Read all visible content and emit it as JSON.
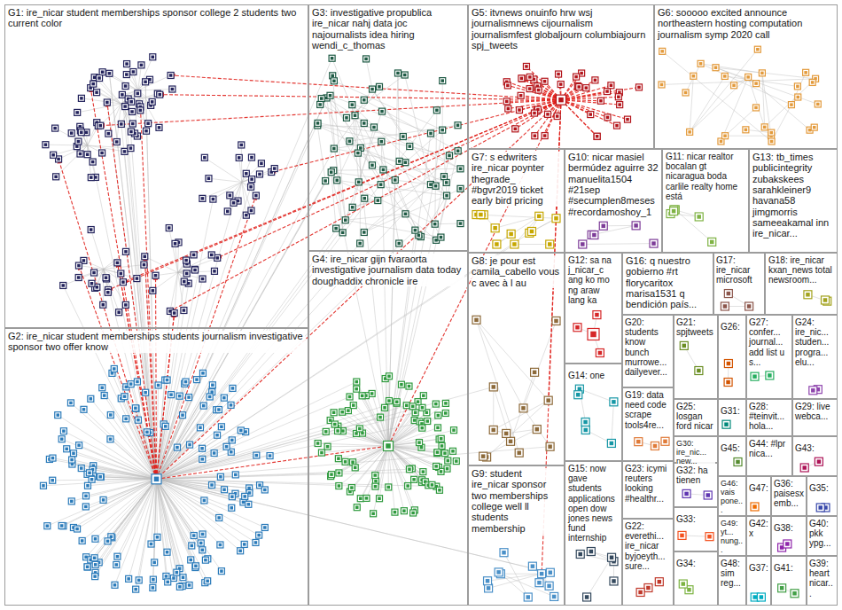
{
  "diagram": {
    "nodes": [
      {
        "text": [
          "G1: ire_nicar student memberships sponsor college 2 students two current color"
        ]
      },
      {
        "text": [
          "G2: ire_nicar student memberships students journalism investigative sponsor two offer know"
        ]
      },
      {
        "text": [
          "G3: investigative propublica ire_nicar nahj data joc najournalists idea hiring wendi_c_thomas"
        ]
      },
      {
        "text": [
          "G4: ire_nicar gijn fvaraorta investigative journalism data today doughaddix chronicle ire"
        ]
      },
      {
        "text": [
          "G5: itvnews onuinfo hrw wsj journalismnews cijournalism journalismfest globaljourn columbiajourn spj_tweets"
        ]
      },
      {
        "text": [
          "G6: sooooo excited announce northeastern hosting computation journalism symp 2020 call"
        ]
      },
      {
        "text": [
          "G7: s edwriters ire_nicar poynter thegrade_ #bgvr2019 ticket early bird pricing"
        ]
      },
      {
        "text": [
          "G8: je pour est camila_cabello vous c avec à l au"
        ]
      },
      {
        "text": [
          "G9: student ire_nicar sponsor two memberships college well ll students membership"
        ]
      },
      {
        "text": [
          "G10: nicar masiel bermúdez aguirre 32 manuelita1504 #21sep #secumplen8meses #recordamoshoy_1"
        ]
      },
      {
        "text": [
          "G11: nicar realtor bocalan gt nicaragua boda carlile realty home está"
        ]
      },
      {
        "text": [
          "G12: sa na j_nicar_c ang ko mo ng araw lang ka"
        ]
      },
      {
        "text": [
          "G13: tb_times publicintegrity zubakskees sarahkleiner9 havana58 jimgmorris sameeakamal inn ire_nicar..."
        ]
      },
      {
        "text": [
          "G14: one"
        ]
      },
      {
        "text": [
          "G15: now gave students applications open dow jones news fund internship"
        ]
      },
      {
        "text": [
          "G16: q nuestro gobierno #rt florycaritox marisa1531 q bendición país..."
        ]
      },
      {
        "text": [
          "G17: ire_nicar microsoft"
        ]
      },
      {
        "text": [
          "G18: ire_nicar kxan_news total newsroom..."
        ]
      },
      {
        "text": [
          "G19: data need code scrape tools4re..."
        ]
      },
      {
        "text": [
          "G20: students know bunch murrowe... dailyever..."
        ]
      },
      {
        "text": [
          "G21: spjtweets"
        ]
      },
      {
        "text": [
          "G22: everethi... ire_nicar byjoeyth... sure..."
        ]
      },
      {
        "text": [
          "G23: icymi reuters looking #healthr..."
        ]
      },
      {
        "text": [
          "G24: ire_nic... studen... progra... elu..."
        ]
      },
      {
        "text": [
          "G25: losgan ford nicar"
        ]
      },
      {
        "text": [
          "G26:"
        ]
      },
      {
        "text": [
          "G27: confer... journal... add list u s..."
        ]
      },
      {
        "text": [
          "G28: #teinvit... hola..."
        ]
      },
      {
        "text": [
          "G29: live webca..."
        ]
      },
      {
        "text": [
          "G30: ire_nic... new..."
        ]
      },
      {
        "text": [
          "G31:"
        ]
      },
      {
        "text": [
          "G32: ha tienen"
        ]
      },
      {
        "text": [
          "G33:"
        ]
      },
      {
        "text": [
          "G34:"
        ]
      },
      {
        "text": [
          "G35:"
        ]
      },
      {
        "text": [
          "G36: paisesx emb..."
        ]
      },
      {
        "text": [
          "G37:"
        ]
      },
      {
        "text": [
          "G38:"
        ]
      },
      {
        "text": [
          "G39: heart nicar..."
        ]
      },
      {
        "text": [
          "G40: pkk ypg..."
        ]
      },
      {
        "text": [
          "G41:"
        ]
      },
      {
        "text": [
          "G42: x"
        ]
      },
      {
        "text": [
          "G43:"
        ]
      },
      {
        "text": [
          "G44: #lpr nica..."
        ]
      },
      {
        "text": [
          "G45:"
        ]
      },
      {
        "text": [
          "G46: vais pone..."
        ]
      },
      {
        "text": [
          "G47:"
        ]
      },
      {
        "text": [
          "G48: sim reg..."
        ]
      },
      {
        "text": [
          "G49: yt... nung..."
        ]
      }
    ]
  }
}
